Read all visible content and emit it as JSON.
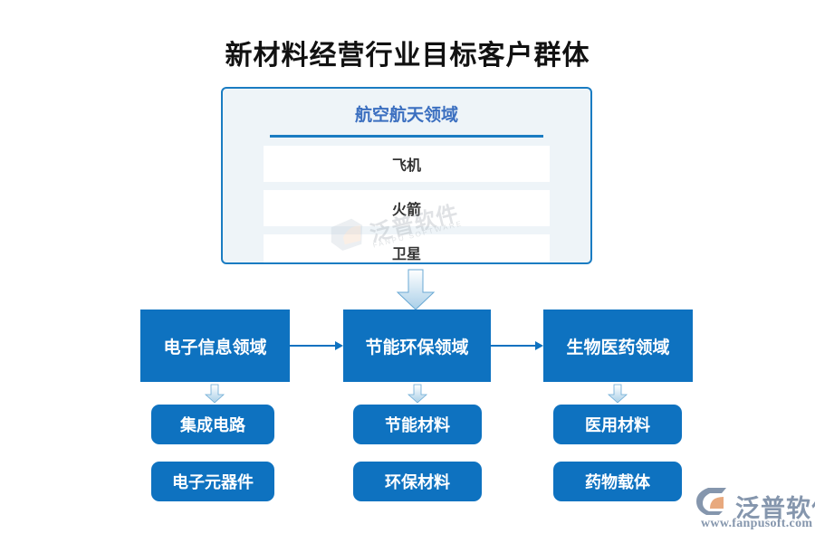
{
  "page": {
    "title": "新材料经营行业目标客户群体",
    "background_color": "#ffffff"
  },
  "colors": {
    "primary_blue": "#0e72c0",
    "border_blue": "#1a7cc2",
    "header_blue": "#3b6fc0",
    "card_bg": "#eef4f8",
    "row_bg": "#ffffff",
    "row_text": "#333333",
    "title_text": "#111111",
    "logo_gray": "#8596ad",
    "logo_orange": "#e8a97e"
  },
  "top_card": {
    "header": "航空航天领域",
    "rows": [
      {
        "label": "飞机"
      },
      {
        "label": "火箭"
      },
      {
        "label": "卫星"
      }
    ]
  },
  "flow": {
    "down_arrow_icon": "arrow-down-icon",
    "main_boxes": [
      {
        "label": "电子信息领域",
        "sub_arrow_icon": "arrow-down-icon",
        "sub_boxes": [
          "集成电路",
          "电子元器件"
        ]
      },
      {
        "label": "节能环保领域",
        "sub_arrow_icon": "arrow-down-icon",
        "sub_boxes": [
          "节能材料",
          "环保材料"
        ]
      },
      {
        "label": "生物医药领域",
        "sub_arrow_icon": "arrow-down-icon",
        "sub_boxes": [
          "医用材料",
          "药物载体"
        ]
      }
    ],
    "connectors": [
      {
        "icon": "arrow-right-icon"
      },
      {
        "icon": "arrow-right-icon"
      }
    ]
  },
  "watermark": {
    "text": "泛普软件",
    "subtext": "FANPU SOFTWARE"
  },
  "logo": {
    "name": "泛普软件",
    "url": "www.fanpusoft.com"
  }
}
